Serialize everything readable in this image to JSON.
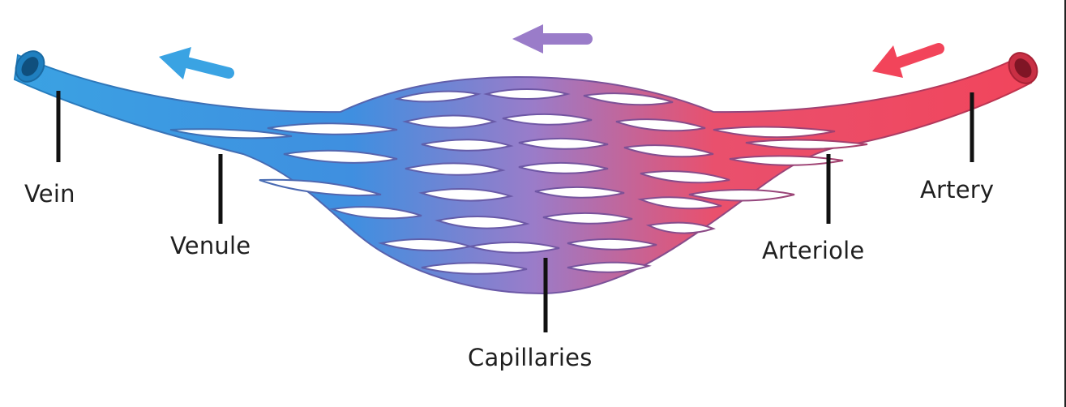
{
  "labels": {
    "vein": "Vein",
    "venule": "Venule",
    "capillaries": "Capillaries",
    "arteriole": "Arteriole",
    "artery": "Artery"
  },
  "colors": {
    "vein": "#3aa3e3",
    "vein_dark": "#1f7fbf",
    "capillary": "#9a7cc9",
    "artery": "#f2445a",
    "artery_dark": "#c92f44",
    "arrow_vein": "#3aa3e3",
    "arrow_capillary": "#9a7cc9",
    "arrow_artery": "#f2445a",
    "pointer_line": "#111111"
  },
  "flow_direction": "right-to-left"
}
